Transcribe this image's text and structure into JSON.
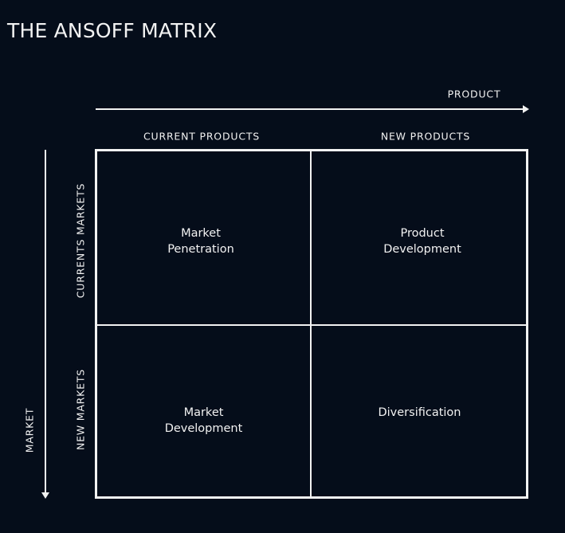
{
  "title": "THE ANSOFF MATRIX",
  "axes": {
    "x_axis_label": "PRODUCT",
    "y_axis_label": "MARKET"
  },
  "columns": [
    "CURRENT PRODUCTS",
    "NEW PRODUCTS"
  ],
  "rows": [
    "CURRENTS MARKETS",
    "NEW MARKETS"
  ],
  "cells": [
    {
      "line1": "Market",
      "line2": "Penetration"
    },
    {
      "line1": "Product",
      "line2": "Development"
    },
    {
      "line1": "Market",
      "line2": "Development"
    },
    {
      "line1": "Diversification",
      "line2": ""
    }
  ],
  "colors": {
    "background": "#050d1a",
    "foreground": "#f2f2f2"
  }
}
